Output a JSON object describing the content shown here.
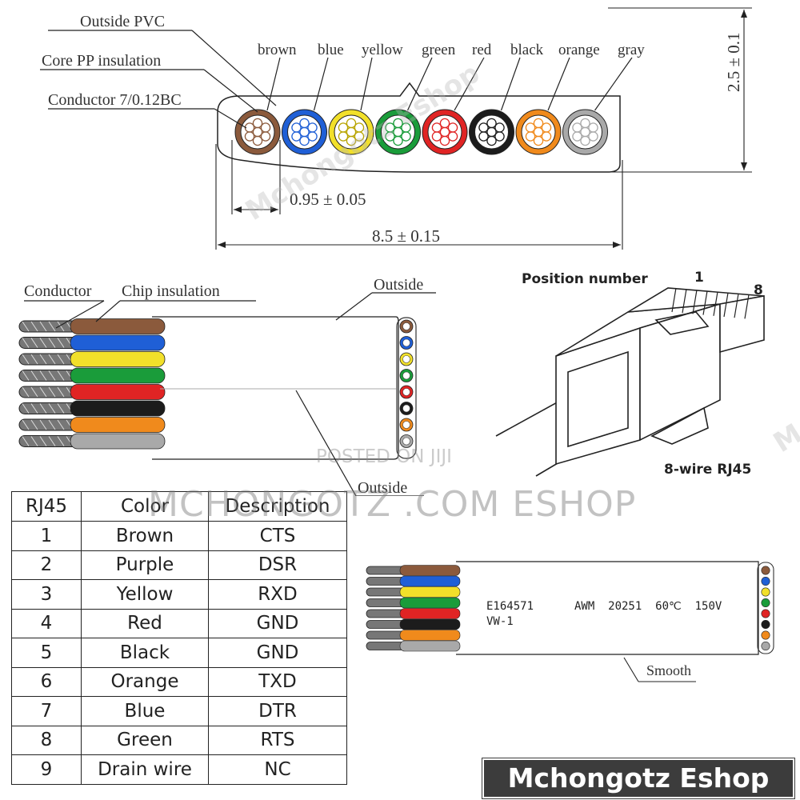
{
  "cross_section": {
    "labels": {
      "outside_pvc": "Outside PVC",
      "core_pp": "Core PP insulation",
      "conductor": "Conductor 7/0.12BC"
    },
    "wire_names": [
      "brown",
      "blue",
      "yellow",
      "green",
      "red",
      "black",
      "orange",
      "gray"
    ],
    "wire_colors": [
      "#8b5a3c",
      "#1f5fd6",
      "#f2e02a",
      "#1a9c3a",
      "#e02424",
      "#1c1c1c",
      "#f08a1c",
      "#a9a9a9"
    ],
    "dim_pitch": "0.95 ± 0.05",
    "dim_width": "8.5 ± 0.15",
    "dim_height": "2.5 ± 0.1"
  },
  "side_view": {
    "conductor": "Conductor",
    "chip_insulation": "Chip insulation",
    "outside_top": "Outside",
    "outside_bottom": "Outside"
  },
  "rj45": {
    "position_number": "Position number",
    "pin_first": "1",
    "pin_last": "8",
    "caption": "8-wire RJ45"
  },
  "table": {
    "headers": [
      "RJ45",
      "Color",
      "Description"
    ],
    "rows": [
      [
        "1",
        "Brown",
        "CTS"
      ],
      [
        "2",
        "Purple",
        "DSR"
      ],
      [
        "3",
        "Yellow",
        "RXD"
      ],
      [
        "4",
        "Red",
        "GND"
      ],
      [
        "5",
        "Black",
        "GND"
      ],
      [
        "6",
        "Orange",
        "TXD"
      ],
      [
        "7",
        "Blue",
        "DTR"
      ],
      [
        "8",
        "Green",
        "RTS"
      ],
      [
        "9",
        "Drain wire",
        "NC"
      ]
    ]
  },
  "cable_print": {
    "code": "E164571",
    "rating": "AWM  20251  60℃  150V",
    "vw": "VW-1",
    "smooth": "Smooth"
  },
  "watermarks": {
    "posted": "POSTED ON JIJI",
    "site": "MCHONGOTZ .COM ESHOP",
    "diagonal": "Mchongotz Eshop"
  },
  "brand": "Mchongotz Eshop"
}
